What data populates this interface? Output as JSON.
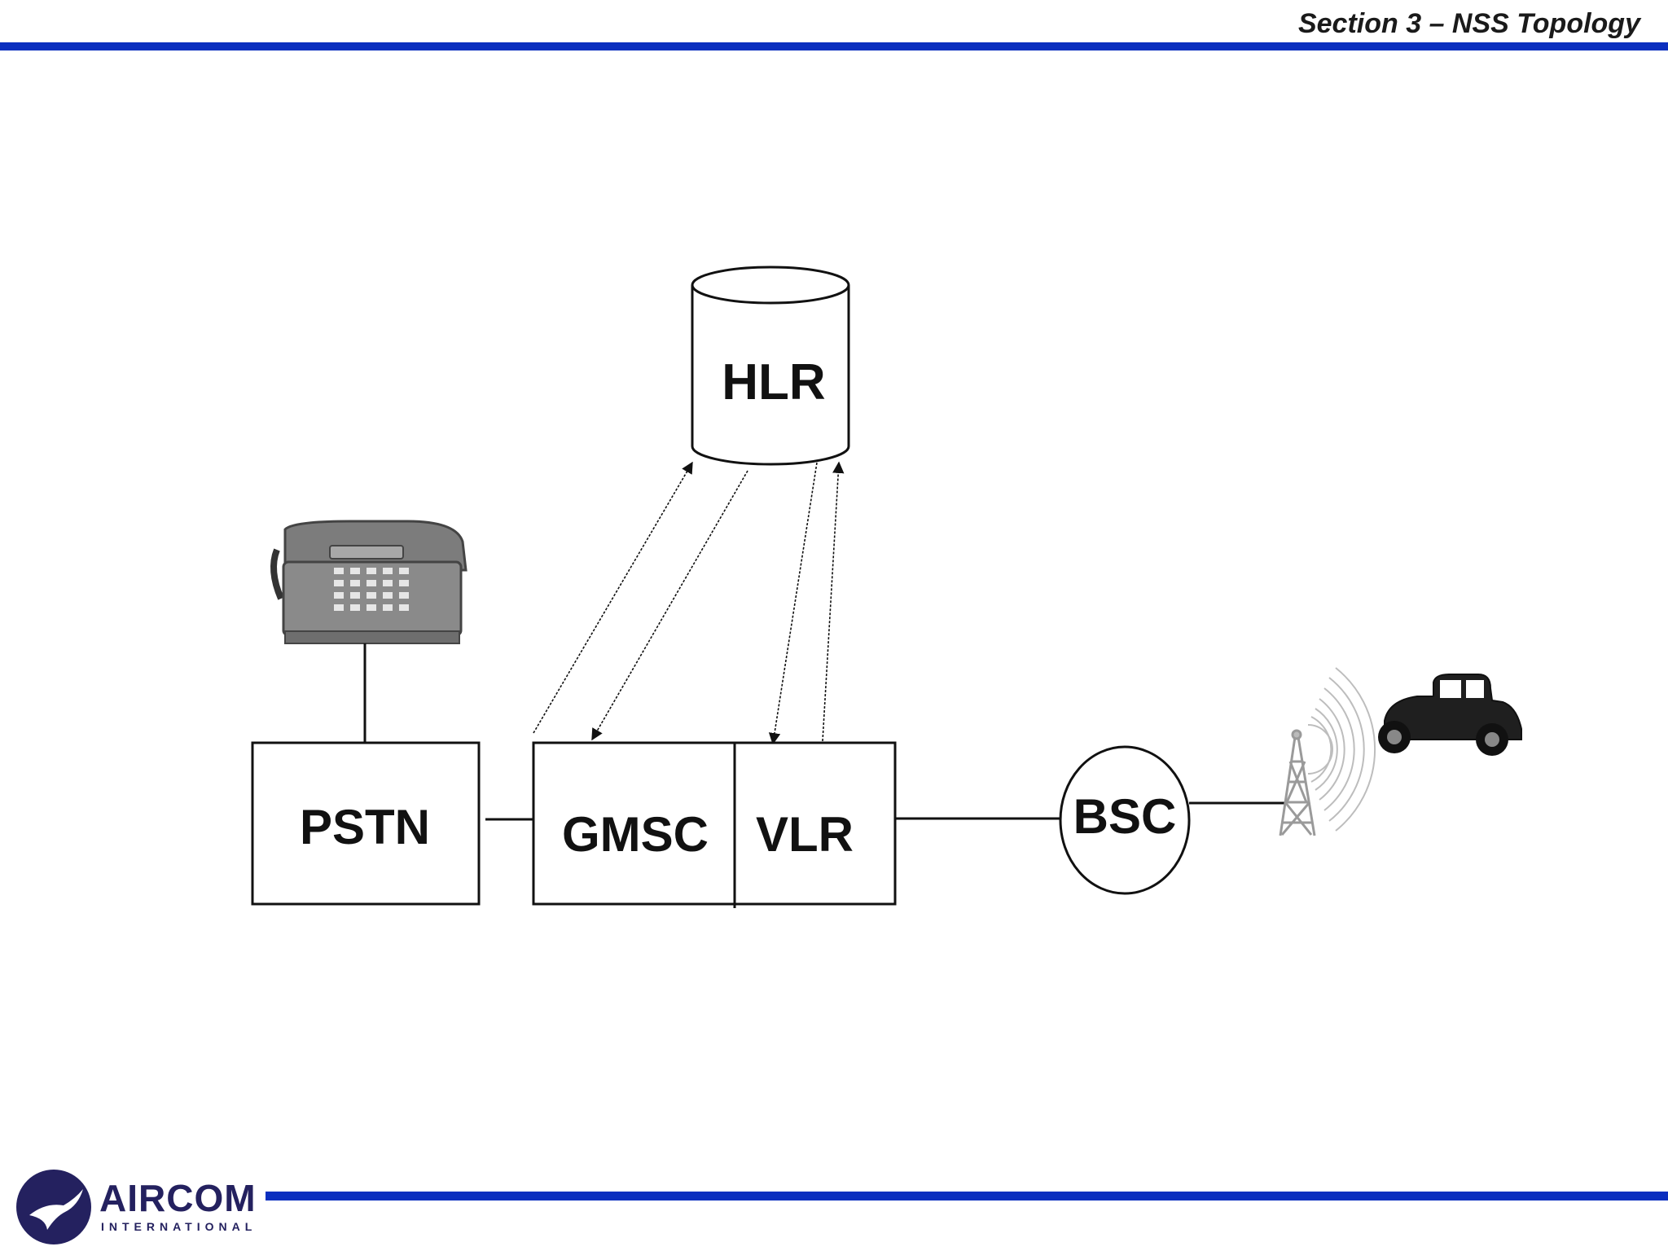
{
  "header": {
    "title": "Section 3 – NSS Topology"
  },
  "diagram": {
    "nodes": {
      "hlr": "HLR",
      "pstn": "PSTN",
      "gmsc": "GMSC",
      "vlr": "VLR",
      "bsc": "BSC"
    },
    "icons": [
      "telephone-icon",
      "radio-tower-icon",
      "car-icon"
    ]
  },
  "footer": {
    "logo_name": "AIRCOM",
    "logo_sub": "INTERNATIONAL"
  },
  "colors": {
    "accent": "#0b2fbf",
    "logo": "#24215f"
  }
}
